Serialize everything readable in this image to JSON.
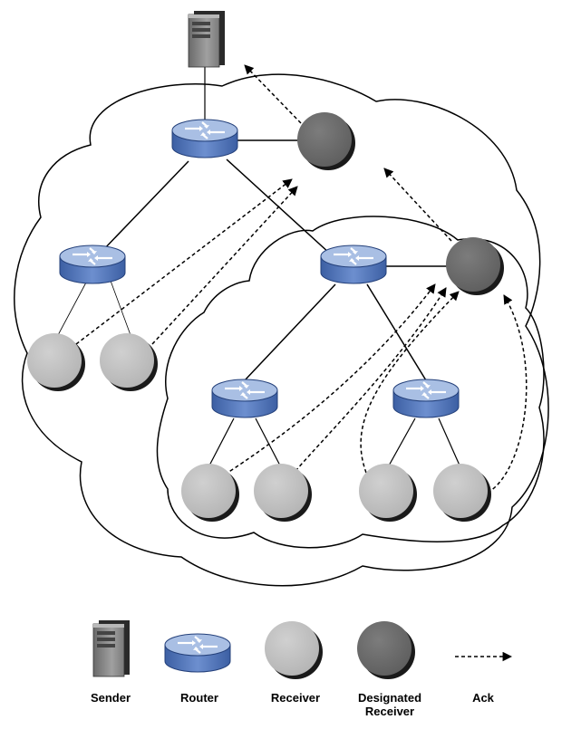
{
  "legend": {
    "sender": "Sender",
    "router": "Router",
    "receiver": "Receiver",
    "designated_line1": "Designated",
    "designated_line2": "Receiver",
    "ack": "Ack"
  },
  "colors": {
    "router_top": "#9fb6dd",
    "router_side": "#4a6fb5",
    "receiver": "#c4c4c4",
    "designated": "#6e6e6e",
    "server": "#8a8a8a"
  }
}
